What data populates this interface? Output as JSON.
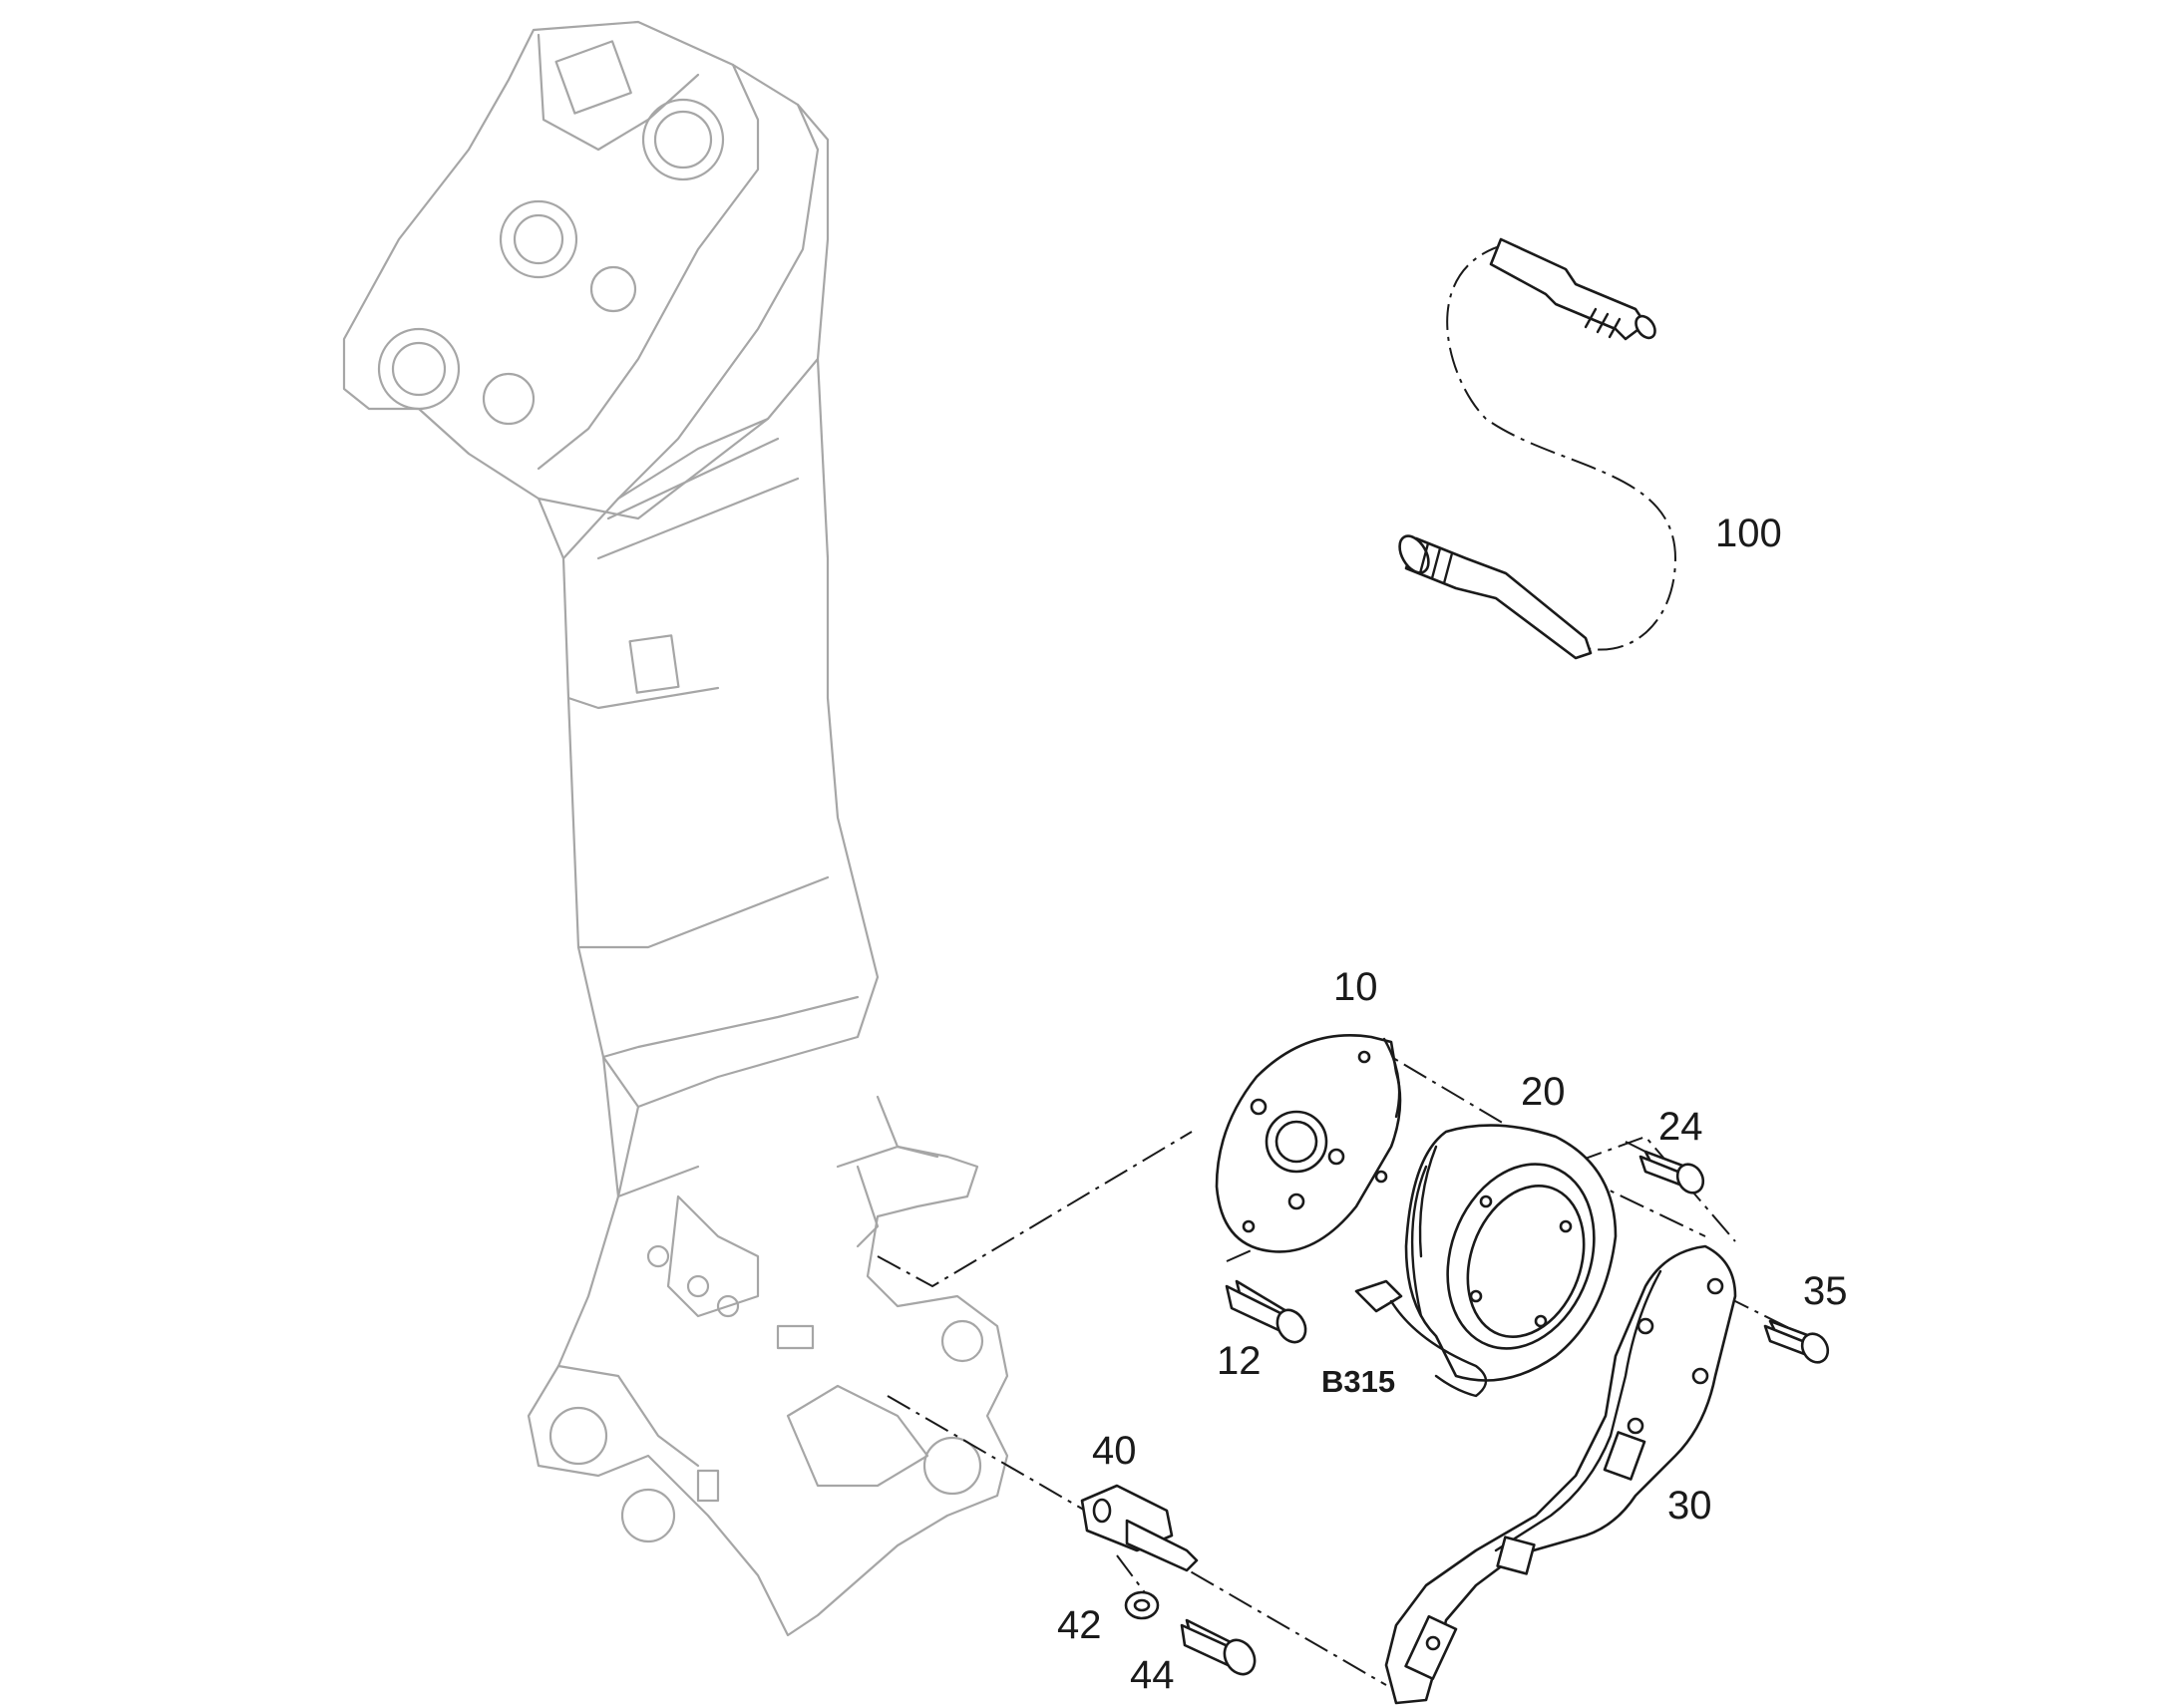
{
  "diagram": {
    "callouts": {
      "c10": "10",
      "c12": "12",
      "c20": "20",
      "c24": "24",
      "c30": "30",
      "c35": "35",
      "c40": "40",
      "c42": "42",
      "c44": "44",
      "c100": "100",
      "b315": "B315"
    }
  },
  "colors": {
    "ink": "#1a1a1a",
    "ghost": "#a6a6a6",
    "background": "#ffffff"
  }
}
